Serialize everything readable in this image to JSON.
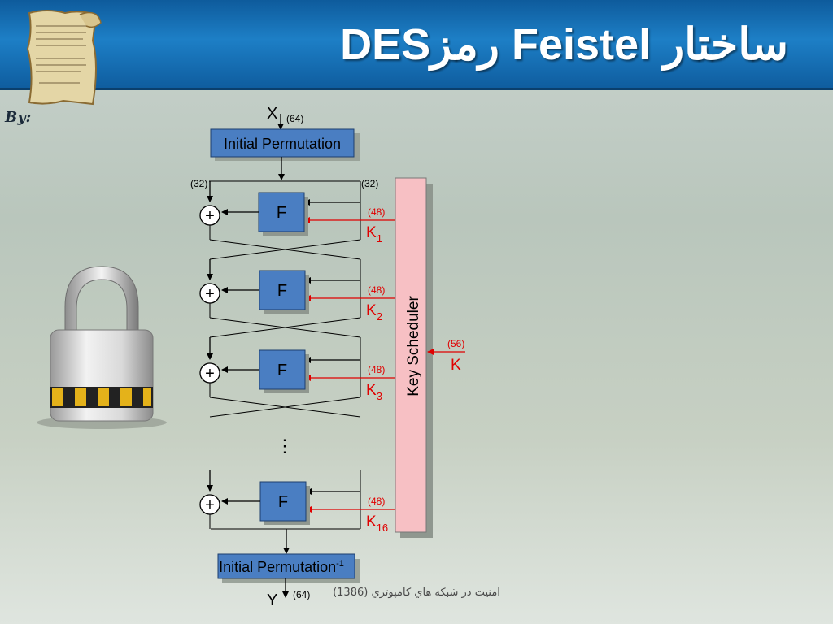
{
  "title": {
    "main": "ساختار",
    "feistel": "Feistel",
    "ramz": "رمز",
    "des": "DES"
  },
  "byline": "By:",
  "footer": {
    "text": "امنيت در شبکه هاي کامپوتري",
    "year": "(1386)"
  },
  "diagram": {
    "input_label": "X",
    "input_bits": "(64)",
    "initial_perm": "Initial Permutation",
    "final_perm": "Initial Permutation",
    "final_perm_sup": "-1",
    "output_label": "Y",
    "output_bits": "(64)",
    "half_bits_left": "(32)",
    "half_bits_right": "(32)",
    "f_label": "F",
    "xor_symbol": "+",
    "subkey_bits": "(48)",
    "key_base": "K",
    "subkey_indices": [
      "1",
      "2",
      "3",
      "16"
    ],
    "ellipsis": "⋮",
    "key_scheduler": "Key Scheduler",
    "key_label": "K",
    "key_bits": "(56)"
  },
  "colors": {
    "header_blue": "#1d7fc6",
    "box_blue": "#4a7ec2",
    "key_red": "#e00000",
    "scheduler_fill": "#f7c0c4"
  }
}
